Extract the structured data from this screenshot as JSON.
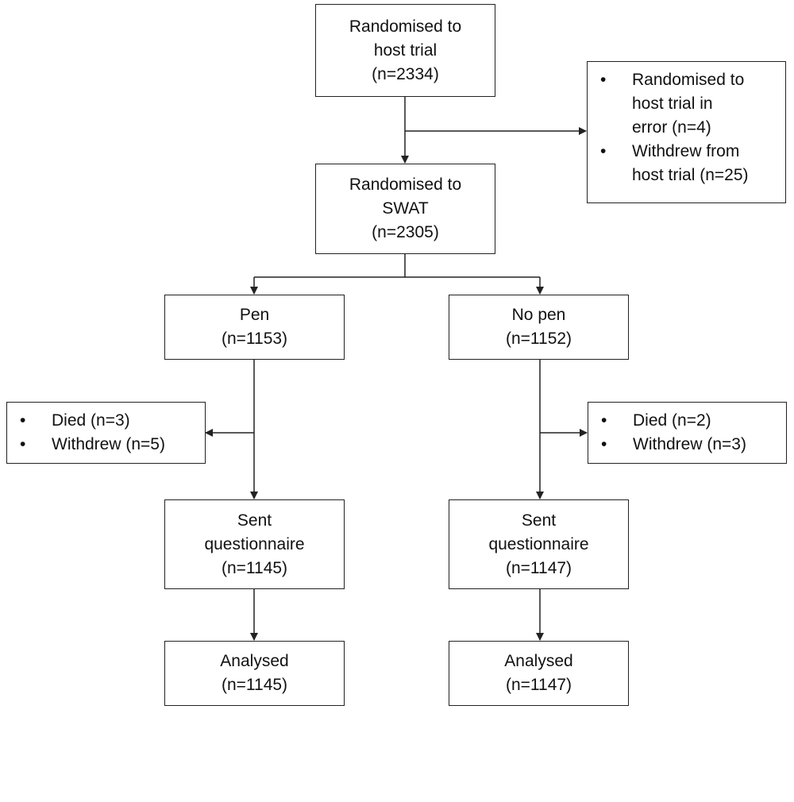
{
  "boxes": {
    "host_trial": [
      "Randomised to",
      "host trial",
      "(n=2334)"
    ],
    "swat": [
      "Randomised to",
      "SWAT",
      "(n=2305)"
    ],
    "pen": [
      "Pen",
      "(n=1153)"
    ],
    "no_pen": [
      "No pen",
      "(n=1152)"
    ],
    "pen_sent": [
      "Sent",
      "questionnaire",
      "(n=1145)"
    ],
    "no_pen_sent": [
      "Sent",
      "questionnaire",
      "(n=1147)"
    ],
    "pen_analysed": [
      "Analysed",
      "(n=1145)"
    ],
    "no_pen_analysed": [
      "Analysed",
      "(n=1147)"
    ]
  },
  "exclusions": {
    "host_trial": [
      [
        "Randomised to",
        "host trial in",
        "error (n=4)"
      ],
      [
        "Withdrew from",
        "host trial (n=25)"
      ]
    ],
    "pen": [
      [
        "Died (n=3)"
      ],
      [
        "Withdrew (n=5)"
      ]
    ],
    "no_pen": [
      [
        "Died (n=2)"
      ],
      [
        "Withdrew (n=3)"
      ]
    ]
  }
}
